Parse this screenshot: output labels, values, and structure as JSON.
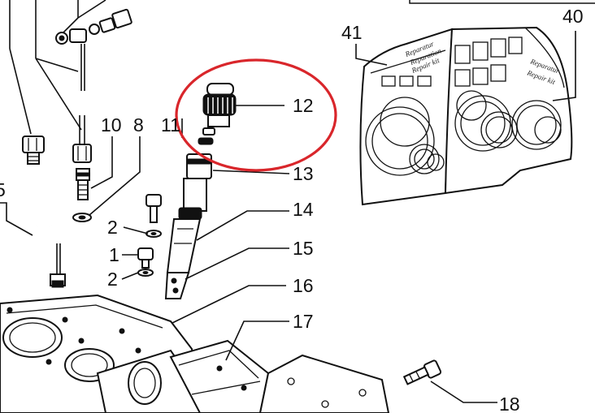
{
  "labels": {
    "l10": "10",
    "l8": "8",
    "l11": "11",
    "l12": "12",
    "l13": "13",
    "l14": "14",
    "l15": "15",
    "l16": "16",
    "l17": "17",
    "l18": "18",
    "l2a": "2",
    "l1": "1",
    "l2b": "2",
    "l5": "5",
    "l41": "41",
    "l40": "40"
  },
  "kit_text": {
    "kit41_line1": "Reparatur",
    "kit41_line2": "Reparation",
    "kit41_line3": "Repair kit",
    "kit40_line1": "Reparatur",
    "kit40_line2": "Repair kit"
  },
  "colors": {
    "line": "#111111",
    "highlight": "#d9262b",
    "background": "#ffffff"
  }
}
